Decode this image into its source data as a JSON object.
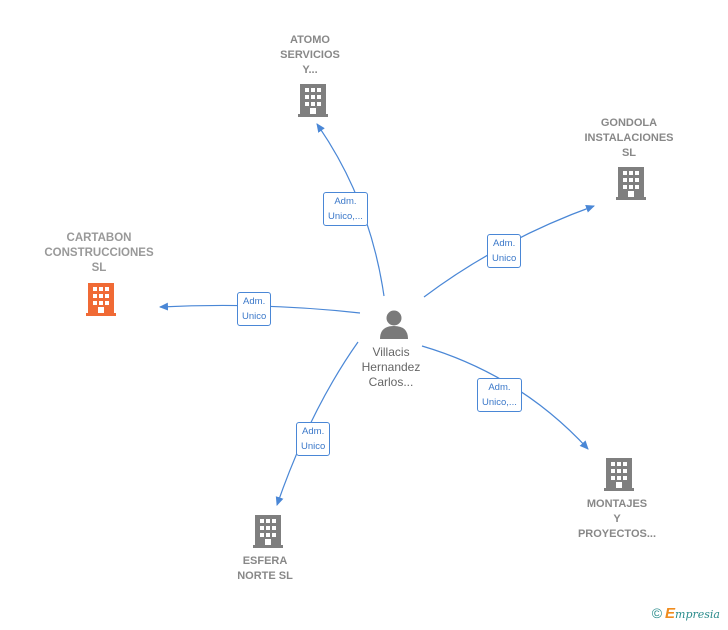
{
  "center": {
    "name_lines": [
      "Villacis",
      "Hernandez",
      "Carlos..."
    ]
  },
  "companies": [
    {
      "id": "atomo",
      "name_lines": [
        "ATOMO",
        "SERVICIOS",
        "Y..."
      ],
      "relation_lines": [
        "Adm.",
        "Unico,..."
      ],
      "highlight": false
    },
    {
      "id": "gondola",
      "name_lines": [
        "GONDOLA",
        "INSTALACIONES",
        "SL"
      ],
      "relation_lines": [
        "Adm.",
        "Unico"
      ],
      "highlight": false
    },
    {
      "id": "cartabon",
      "name_lines": [
        "CARTABON",
        "CONSTRUCCIONES",
        "SL"
      ],
      "relation_lines": [
        "Adm.",
        "Unico"
      ],
      "highlight": true
    },
    {
      "id": "montajes",
      "name_lines": [
        "MONTAJES",
        "Y",
        "PROYECTOS..."
      ],
      "relation_lines": [
        "Adm.",
        "Unico,..."
      ],
      "highlight": false
    },
    {
      "id": "esfera",
      "name_lines": [
        "ESFERA",
        "NORTE SL"
      ],
      "relation_lines": [
        "Adm.",
        "Unico"
      ],
      "highlight": false
    }
  ],
  "colors": {
    "edge": "#4a87d6",
    "building": "#7f7f7f",
    "building_highlight": "#f06a35",
    "person": "#7a7a7a"
  },
  "footer": {
    "copyright_symbol": "©",
    "brand_initial": "E",
    "brand_rest": "mpresia"
  }
}
